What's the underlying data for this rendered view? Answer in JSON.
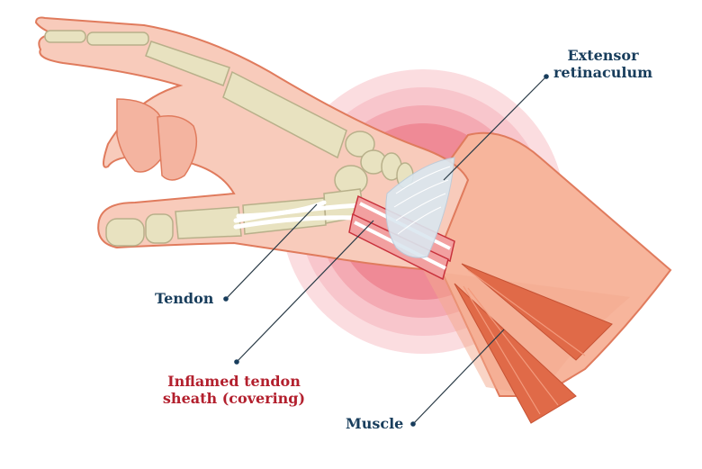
{
  "title": "Inflamed tendon sheath of the wrist (De Quervain's tenosynovitis) anatomy diagram",
  "colors": {
    "label_navy": "#183d5c",
    "label_red": "#b3202e",
    "skin": "#f7c4b3",
    "skin_outline": "#e07b5d",
    "bone": "#e8e2c0",
    "inflammation_outer": "#fbdde0",
    "inflammation_inner": "#ef8a96",
    "muscle": "#e06a48",
    "retinaculum": "#dbe7f0"
  },
  "labels": {
    "extensor_line1": "Extensor",
    "extensor_line2": "retinaculum",
    "tendon": "Tendon",
    "sheath_line1": "Inflamed tendon",
    "sheath_line2": "sheath (covering)",
    "muscle": "Muscle"
  }
}
